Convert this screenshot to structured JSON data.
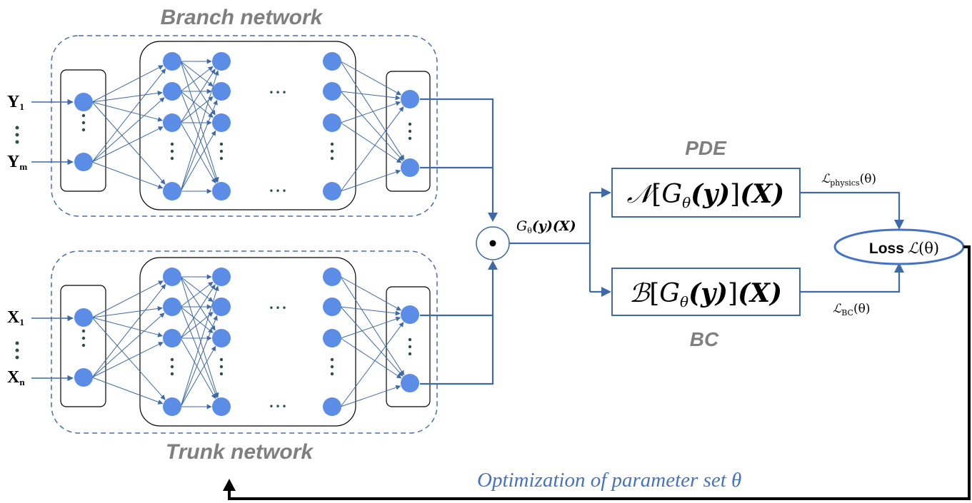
{
  "branch": {
    "title": "Branch network",
    "input_top": "Y",
    "input_top_sub": "1",
    "input_bottom": "Y",
    "input_bottom_sub": "m"
  },
  "trunk": {
    "title": "Trunk network",
    "input_top": "X",
    "input_top_sub": "1",
    "input_bottom": "X",
    "input_bottom_sub": "n"
  },
  "ellipsis_h": "•••",
  "product_label": {
    "g": "G",
    "sub": "θ",
    "arg1": "(y)",
    "arg2": "(X)"
  },
  "pde": {
    "label": "PDE",
    "op": "𝒩",
    "expr_open": "[",
    "g": "G",
    "sub": "θ",
    "arg1": "(y)",
    "expr_close": "]",
    "arg2": "(X)"
  },
  "bc": {
    "label": "BC",
    "op": "ℬ",
    "expr_open": "[",
    "g": "G",
    "sub": "θ",
    "arg1": "(y)",
    "expr_close": "]",
    "arg2": "(X)"
  },
  "loss_physics": {
    "l": "ℒ",
    "sub": "physics",
    "arg": "(θ)"
  },
  "loss_bc": {
    "l": "ℒ",
    "sub": "BC",
    "arg": "(θ)"
  },
  "loss": {
    "word": "Loss",
    "l": "ℒ",
    "arg": "(θ)"
  },
  "optimization": "Optimization of parameter set θ",
  "colors": {
    "node": "#5b8ce6",
    "line": "#3e6aa8",
    "gray_title": "#7f7f7f",
    "opt_text": "#4472c4",
    "loss_border": "#4472c4"
  }
}
